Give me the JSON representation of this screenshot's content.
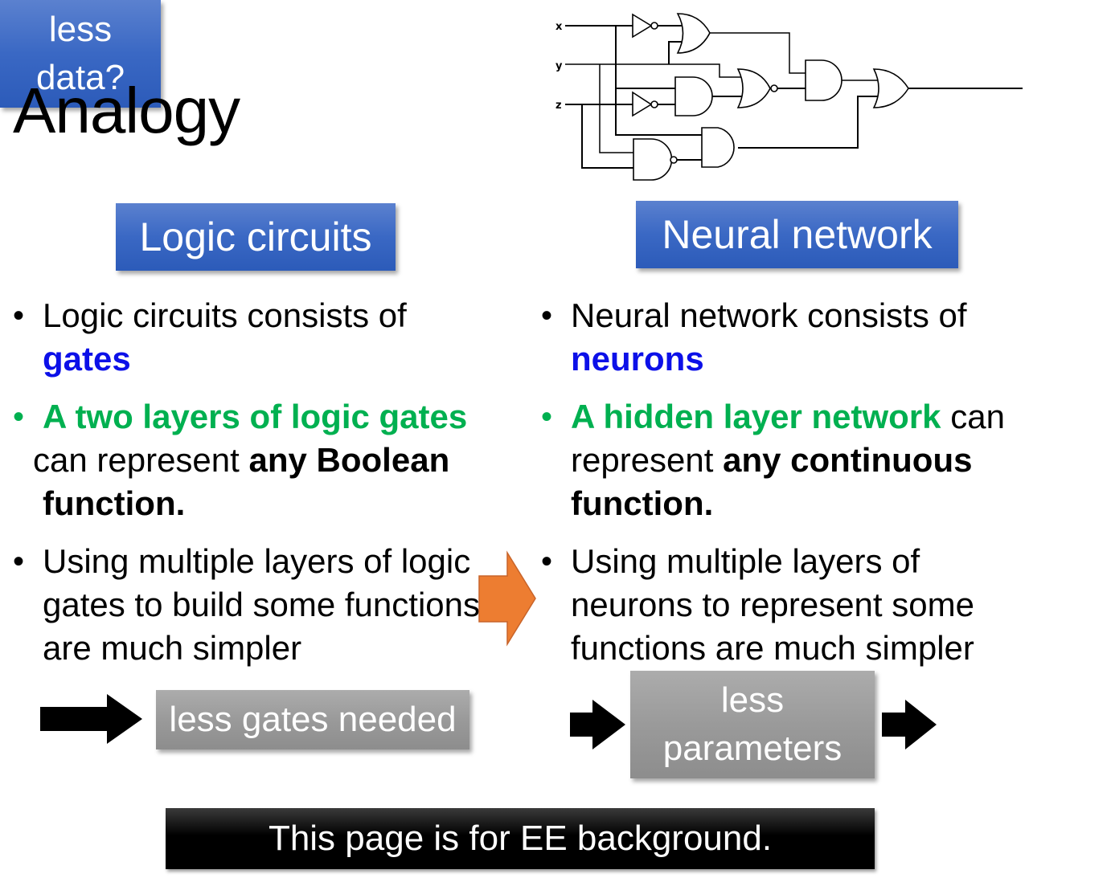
{
  "slide": {
    "title": "Analogy",
    "left": {
      "header": "Logic circuits",
      "bullets": [
        {
          "parts": [
            {
              "text": "Logic circuits consists of ",
              "style": "normal"
            },
            {
              "text": "gates",
              "style": "blue-bold"
            }
          ]
        },
        {
          "parts": [
            {
              "text": "A two layers of logic gates",
              "style": "green-bold"
            },
            {
              "text": " can represent ",
              "style": "normal"
            },
            {
              "text": "any Boolean function.",
              "style": "bold"
            }
          ]
        },
        {
          "parts": [
            {
              "text": "Using multiple layers of logic gates to build some functions are much simpler",
              "style": "normal"
            }
          ]
        }
      ],
      "result_box": "less gates needed"
    },
    "right": {
      "header": "Neural network",
      "bullets": [
        {
          "parts": [
            {
              "text": "Neural network consists of ",
              "style": "normal"
            },
            {
              "text": "neurons",
              "style": "blue-bold"
            }
          ]
        },
        {
          "parts": [
            {
              "text": "A hidden layer network",
              "style": "green-bold"
            },
            {
              "text": " can represent ",
              "style": "normal"
            },
            {
              "text": "any continuous function.",
              "style": "bold"
            }
          ]
        },
        {
          "parts": [
            {
              "text": "Using multiple layers of neurons to represent some functions are much simpler",
              "style": "normal"
            }
          ]
        }
      ],
      "result_boxes": [
        {
          "line1": "less",
          "line2": "parameters"
        },
        {
          "line1": "less",
          "line2": "data?"
        }
      ]
    },
    "footer": "This page is for EE background.",
    "circuit": {
      "inputs": [
        "x",
        "y",
        "z"
      ],
      "gates": [
        "NOT",
        "OR",
        "NOT",
        "AND",
        "NOR",
        "AND",
        "NAND",
        "AND",
        "OR"
      ]
    },
    "colors": {
      "header_blue": "#3a68c4",
      "highlight_blue": "#0c10e8",
      "highlight_green": "#00b050",
      "box_gray": "#9a9a9a",
      "arrow_orange": "#ed7d31",
      "footer_black": "#000000"
    },
    "icons": [
      "orange-right-arrow-icon",
      "black-right-arrow-icon"
    ]
  }
}
